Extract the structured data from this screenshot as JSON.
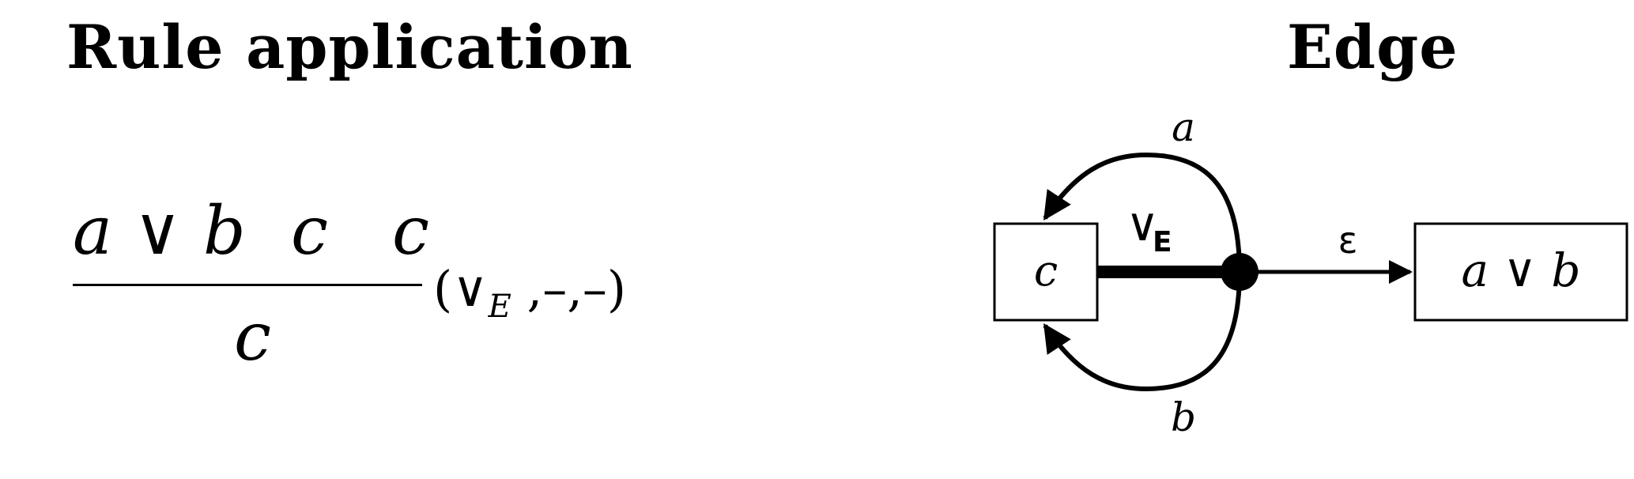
{
  "left_panel": {
    "title": "Rule application",
    "premises": [
      "a ∨ b",
      "c",
      "c"
    ],
    "conclusion": "c",
    "rule_name": "(∨",
    "rule_sub": "E",
    "rule_args": " ,–,–)"
  },
  "right_panel": {
    "title": "Edge",
    "node_source": "c",
    "node_target": "a ∨ b",
    "edge_symbol": "∨",
    "edge_sub": "E",
    "epsilon_label": "ε",
    "loop_top_label": "a",
    "loop_bottom_label": "b"
  }
}
